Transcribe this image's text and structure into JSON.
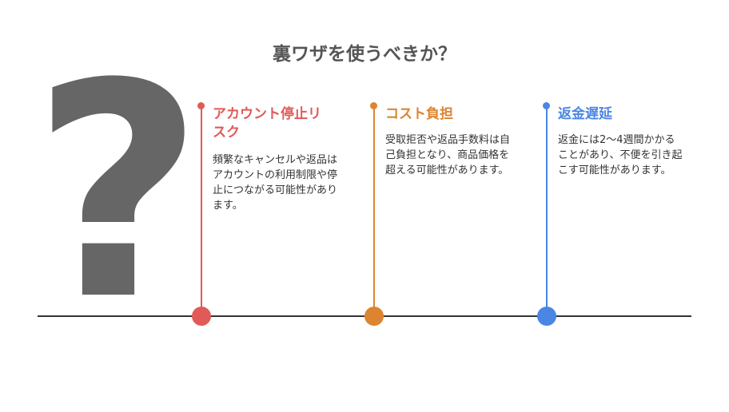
{
  "title": "裏ワザを使うべきか？",
  "icon": {
    "glyph": "?",
    "name": "question-mark-icon",
    "color": "#666666"
  },
  "items": [
    {
      "title": "アカウント停止リスク",
      "description": "頻繁なキャンセルや返品はアカウントの利用制限や停止につながる可能性があります。",
      "color": "#e05a58"
    },
    {
      "title": "コスト負担",
      "description": "受取拒否や返品手数料は自己負担となり、商品価格を超える可能性があります。",
      "color": "#dd8430"
    },
    {
      "title": "返金遅延",
      "description": "返金には2〜4週間かかることがあり、不便を引き起こす可能性があります。",
      "color": "#4a86e4"
    }
  ]
}
